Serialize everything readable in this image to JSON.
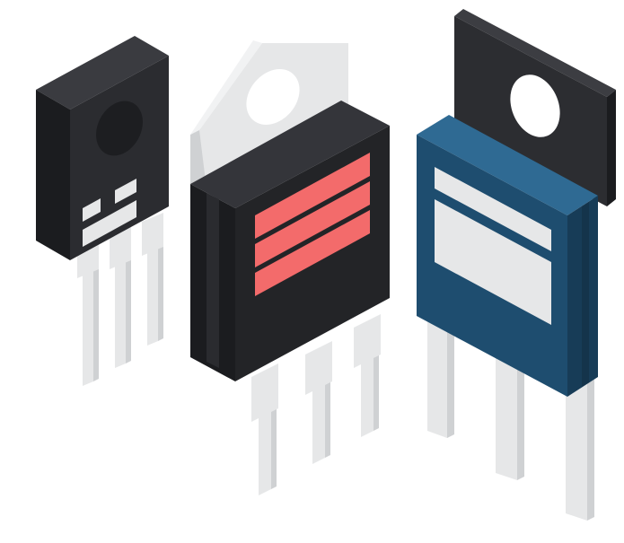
{
  "scene": {
    "components": [
      {
        "name": "small-transistor-black",
        "package_color": "#2b2c30",
        "marking_color": "#e6e7e8"
      },
      {
        "name": "power-transistor-black-red",
        "package_color": "#232427",
        "tab_color": "#e6e7e8",
        "marking_color": "#f36b6b"
      },
      {
        "name": "power-transistor-blue",
        "package_color": "#1e4d6f",
        "tab_color": "#2c2d31",
        "label_color": "#e6e7e8"
      }
    ],
    "colors": {
      "lead": "#e6e7e8",
      "lead_shadow": "#cfd1d3",
      "dark_side": "#1b1c1f"
    }
  }
}
